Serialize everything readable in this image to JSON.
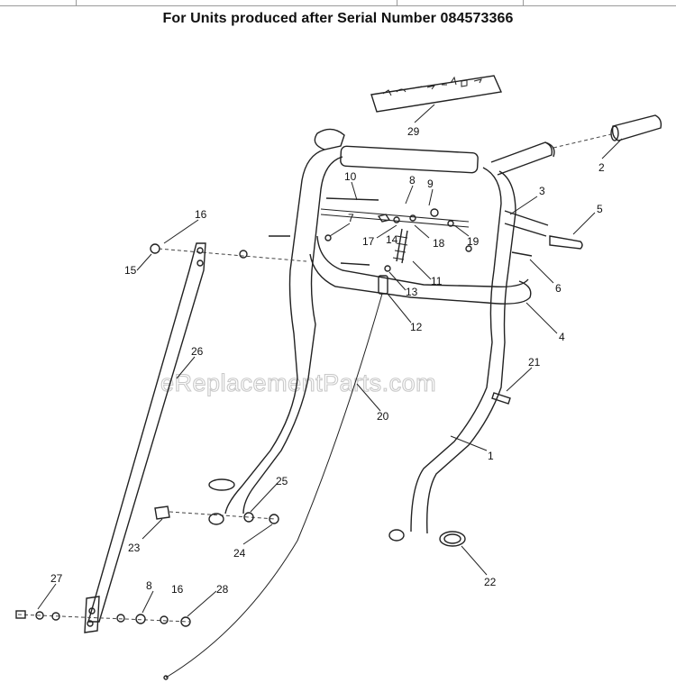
{
  "header": {
    "title": "For Units produced after Serial Number 084573366"
  },
  "watermark": {
    "text": "eReplacementParts.com"
  },
  "callouts": [
    {
      "id": "c1",
      "label": "1"
    },
    {
      "id": "c2",
      "label": "2"
    },
    {
      "id": "c3",
      "label": "3"
    },
    {
      "id": "c4",
      "label": "4"
    },
    {
      "id": "c5",
      "label": "5"
    },
    {
      "id": "c6",
      "label": "6"
    },
    {
      "id": "c7",
      "label": "7"
    },
    {
      "id": "c8a",
      "label": "8"
    },
    {
      "id": "c8b",
      "label": "8"
    },
    {
      "id": "c9",
      "label": "9"
    },
    {
      "id": "c10",
      "label": "10"
    },
    {
      "id": "c11",
      "label": "11"
    },
    {
      "id": "c12",
      "label": "12"
    },
    {
      "id": "c13",
      "label": "13"
    },
    {
      "id": "c14",
      "label": "14"
    },
    {
      "id": "c15",
      "label": "15"
    },
    {
      "id": "c16a",
      "label": "16"
    },
    {
      "id": "c16b",
      "label": "16"
    },
    {
      "id": "c17",
      "label": "17"
    },
    {
      "id": "c18",
      "label": "18"
    },
    {
      "id": "c19",
      "label": "19"
    },
    {
      "id": "c20",
      "label": "20"
    },
    {
      "id": "c21",
      "label": "21"
    },
    {
      "id": "c22",
      "label": "22"
    },
    {
      "id": "c23",
      "label": "23"
    },
    {
      "id": "c24",
      "label": "24"
    },
    {
      "id": "c25",
      "label": "25"
    },
    {
      "id": "c26",
      "label": "26"
    },
    {
      "id": "c27",
      "label": "27"
    },
    {
      "id": "c28",
      "label": "28"
    },
    {
      "id": "c29",
      "label": "29"
    }
  ]
}
